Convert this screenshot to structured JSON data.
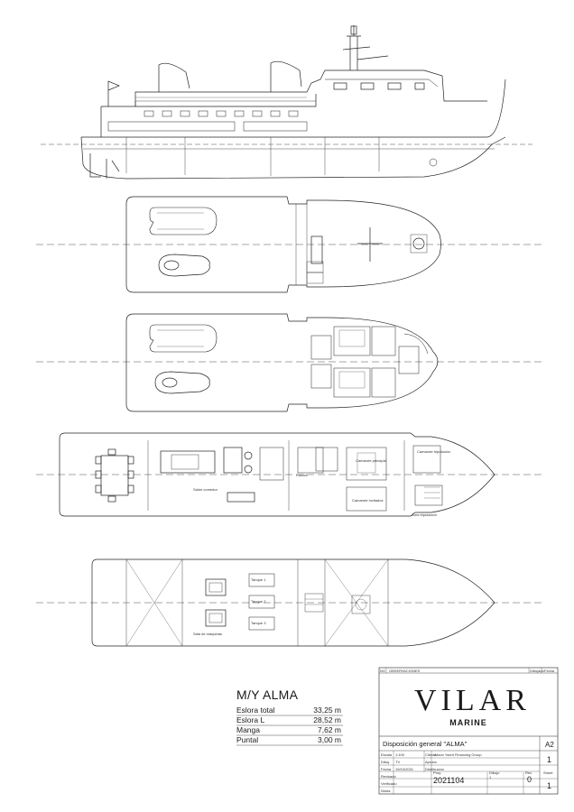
{
  "vessel": {
    "name": "M/Y ALMA",
    "specs": [
      {
        "label": "Eslora total",
        "value": "33,25 m"
      },
      {
        "label": "Eslora L",
        "value": "28,52 m"
      },
      {
        "label": "Manga",
        "value": "7,62 m"
      },
      {
        "label": "Puntal",
        "value": "3,00 m"
      }
    ]
  },
  "brand": {
    "name": "VILAR",
    "sub": "MARINE"
  },
  "title_block": {
    "observaciones": "OBSERVACIONES",
    "n_header": "NO",
    "dibujado": "Dibujado",
    "fecha_hdr": "Fecha",
    "size": "A2",
    "drawing_title": "Disposición general \"ALMA\"",
    "escala_label": "Escala",
    "escala": "1:100",
    "cliente_label": "Cliente",
    "cliente": "Alison Yacht Financing Group",
    "dibuj_label": "Dibuj.",
    "dibuj": "TV",
    "aprobado_label": "Aprobó",
    "fecha_label": "Fecha",
    "fecha": "19/10/2021",
    "distribucion_label": "Distribución",
    "revisado_label": "Revisado",
    "proy_label": "Proy.",
    "proy": "2021104",
    "dibujo_label": "Dibujo",
    "dibujo": "1",
    "rev_label": "Rev.",
    "rev": "0",
    "sheet_label": "Sheet",
    "sheet": "1",
    "sheet_top": "1",
    "verificado_label": "Verificado",
    "notas_label": "Notas"
  },
  "labels": {
    "lounge": "Salón comedor",
    "galley": "Cocina",
    "cabin_main": "Camarote principal",
    "cabin_guest": "Camarote invitados",
    "cabin_crew": "Camarote tripulación",
    "crew_area": "Área tripulación",
    "tank_1": "Tanque 1",
    "tank_2": "Tanque 2",
    "tank_3": "Tanque 3",
    "engine": "Sala de máquinas"
  }
}
